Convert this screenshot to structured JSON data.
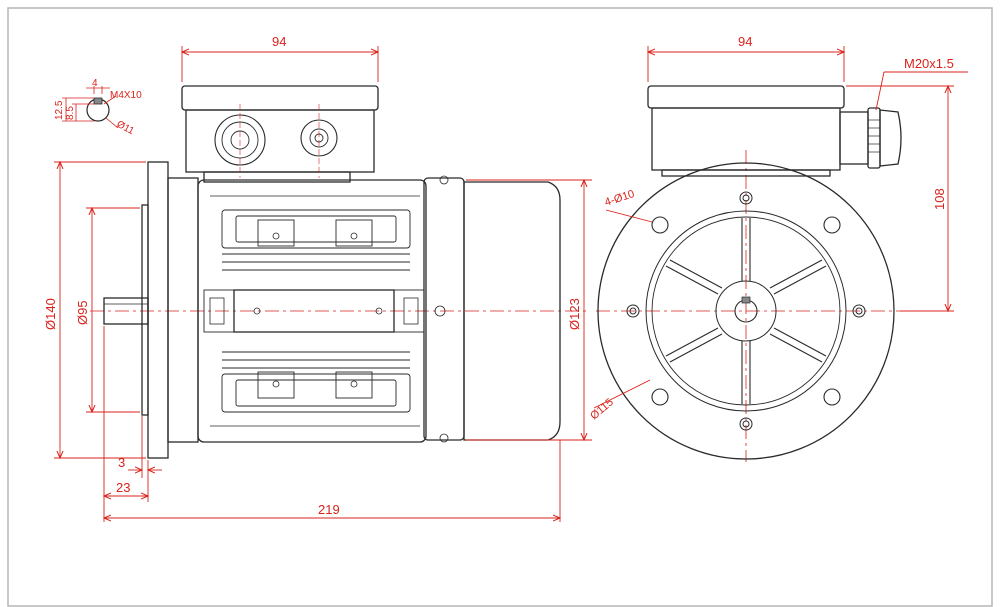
{
  "colors": {
    "outline": "#2a2a2a",
    "dimension": "#d9231c",
    "hatch": "#888888",
    "frame": "#b5b5b5"
  },
  "drawing": {
    "side_view": {
      "terminal_box_width": "94",
      "flange_diameter": "Ø140",
      "spigot_diameter": "Ø95",
      "body_diameter": "Ø123",
      "spigot_depth": "3",
      "shaft_length": "23",
      "overall_length": "219"
    },
    "shaft_detail": {
      "key_width": "4",
      "thread": "M4X10",
      "dim_12_5": "12.5",
      "dim_8_5": "8.5",
      "shaft_diameter": "Ø11"
    },
    "end_view": {
      "terminal_box_width": "94",
      "cable_gland": "M20x1.5",
      "centre_height_to_box": "108",
      "holes": "4-Ø10",
      "pitch_circle": "Ø115"
    }
  }
}
